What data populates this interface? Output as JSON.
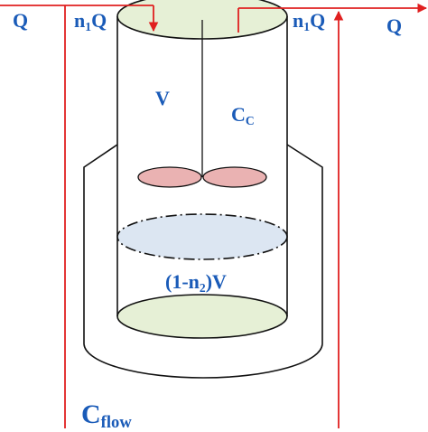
{
  "colors": {
    "flow_line": "#e02020",
    "outline": "#111111",
    "label": "#1a5bb8",
    "top_fill": "#e6f0d6",
    "impeller_fill": "#eab2b2",
    "level_fill": "#dce6f2",
    "bottom_fill": "#e6f0d6"
  },
  "labels": {
    "q_inlet": "Q",
    "n1q_recycle_in": {
      "base": "n",
      "sub": "1",
      "tail": "Q"
    },
    "n1q_recycle_out": {
      "base": "n",
      "sub": "1",
      "tail": "Q"
    },
    "q_outlet": "Q",
    "volume": "V",
    "concentration": {
      "base": "C",
      "sub": "C"
    },
    "dead_volume": {
      "pre": "(1-n",
      "sub": "2",
      "post": ")V"
    },
    "flow_concentration": {
      "base": "C",
      "sub": "flow"
    }
  }
}
